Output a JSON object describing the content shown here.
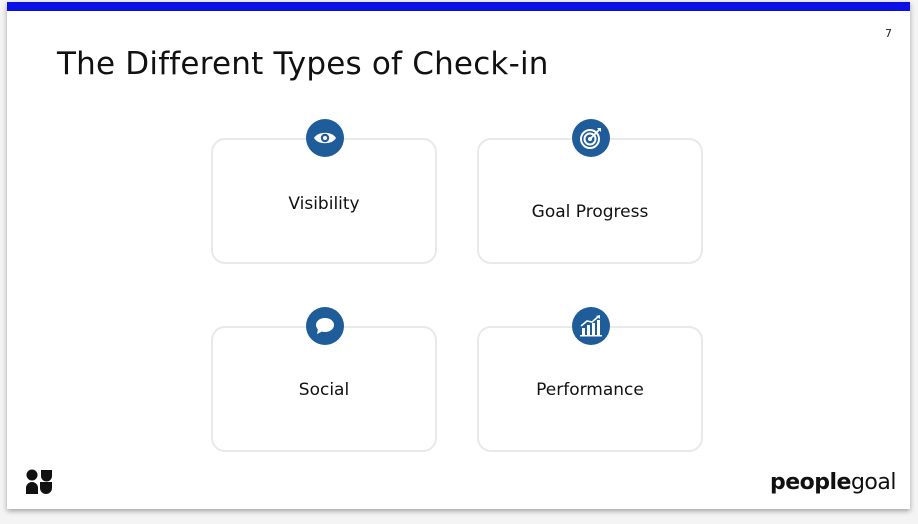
{
  "slide": {
    "page_number": "7",
    "title": "The Different Types of Check-in"
  },
  "cards": [
    {
      "label": "Visibility",
      "icon": "eye-icon"
    },
    {
      "label": "Goal Progress",
      "icon": "target-icon"
    },
    {
      "label": "Social",
      "icon": "speech-bubble-icon"
    },
    {
      "label": "Performance",
      "icon": "bar-chart-growth-icon"
    }
  ],
  "brand": {
    "bold": "people",
    "light": "goal"
  },
  "colors": {
    "accent_bar": "#0a10e6",
    "icon_circle": "#1f5c9a",
    "card_border": "#e9e9e9"
  }
}
